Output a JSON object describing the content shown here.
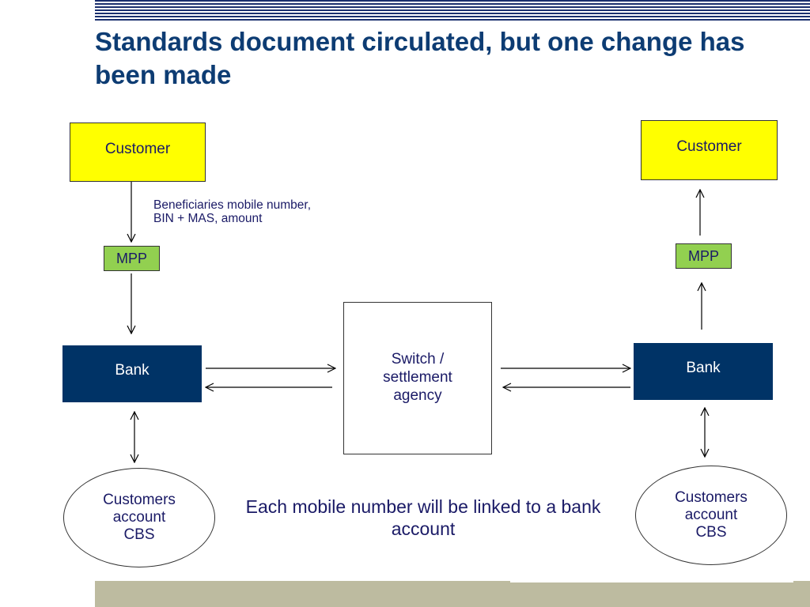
{
  "slide": {
    "title": "Standards document circulated, but one change has been made"
  },
  "left": {
    "customer": "Customer",
    "note": "Beneficiaries  mobile number,  BIN + MAS, amount",
    "mpp": "MPP",
    "bank": "Bank",
    "account": [
      "Customers",
      "account",
      "CBS"
    ]
  },
  "right": {
    "customer": "Customer",
    "mpp": "MPP",
    "bank": "Bank",
    "account": [
      "Customers",
      "account",
      "CBS"
    ]
  },
  "switch": {
    "lines": [
      "Switch /",
      "settlement",
      "agency"
    ]
  },
  "center_note": "Each mobile number will be linked to a bank account",
  "colors": {
    "title": "#0d3c73",
    "customer_fill": "#ffff00",
    "mpp_fill": "#92d050",
    "bank_fill": "#003366",
    "footer_band": "#bdbba0"
  }
}
